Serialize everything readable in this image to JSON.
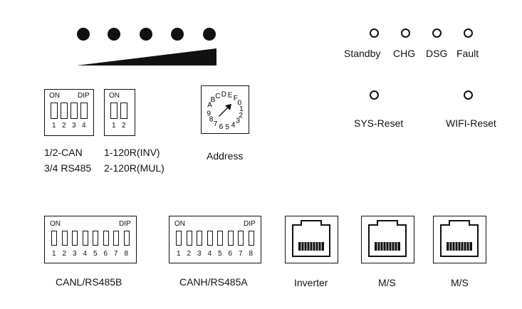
{
  "soc_indicator": {
    "dot_count": 5
  },
  "status_leds": [
    {
      "label": "Standby"
    },
    {
      "label": "CHG"
    },
    {
      "label": "DSG"
    },
    {
      "label": "Fault"
    }
  ],
  "buttons": [
    {
      "label": "SYS-Reset"
    },
    {
      "label": "WIFI-Reset"
    }
  ],
  "dip_4": {
    "on_label": "ON",
    "dip_label": "DIP",
    "numbers": [
      "1",
      "2",
      "3",
      "4"
    ],
    "desc_line1": "1/2-CAN",
    "desc_line2": "3/4 RS485"
  },
  "dip_2": {
    "on_label": "ON",
    "numbers": [
      "1",
      "2"
    ],
    "desc_line1": "1-120R(INV)",
    "desc_line2": "2-120R(MUL)"
  },
  "address_rotary": {
    "label": "Address",
    "dial_chars": [
      "A",
      "B",
      "C",
      "D",
      "E",
      "F",
      "0",
      "1",
      "2",
      "3",
      "4",
      "5",
      "6",
      "7",
      "8",
      "9"
    ]
  },
  "dip_8_left": {
    "on_label": "ON",
    "dip_label": "DIP",
    "numbers": [
      "1",
      "2",
      "3",
      "4",
      "5",
      "6",
      "7",
      "8"
    ],
    "label": "CANL/RS485B"
  },
  "dip_8_right": {
    "on_label": "ON",
    "dip_label": "DIP",
    "numbers": [
      "1",
      "2",
      "3",
      "4",
      "5",
      "6",
      "7",
      "8"
    ],
    "label": "CANH/RS485A"
  },
  "ports": [
    {
      "label": "Inverter"
    },
    {
      "label": "M/S"
    },
    {
      "label": "M/S"
    }
  ]
}
